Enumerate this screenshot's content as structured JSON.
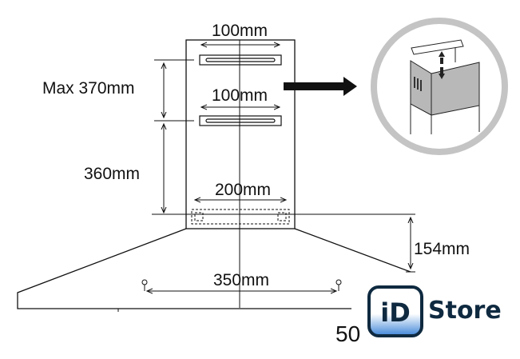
{
  "dimensions": {
    "top_bracket_width": "100mm",
    "max_height": "Max 370mm",
    "middle_bracket_width": "100mm",
    "chimney_height": "360mm",
    "bottom_bracket_width": "200mm",
    "hood_height": "154mm",
    "mount_hole_spacing": "350mm",
    "partial_width": "50"
  },
  "logo": {
    "left": "iD",
    "right": "Store",
    "accent": "#3f86d8",
    "dark": "#0f2a40"
  },
  "colors": {
    "line": "#111111",
    "panel": "#b8b8b8",
    "circle": "#c4c4c4"
  }
}
